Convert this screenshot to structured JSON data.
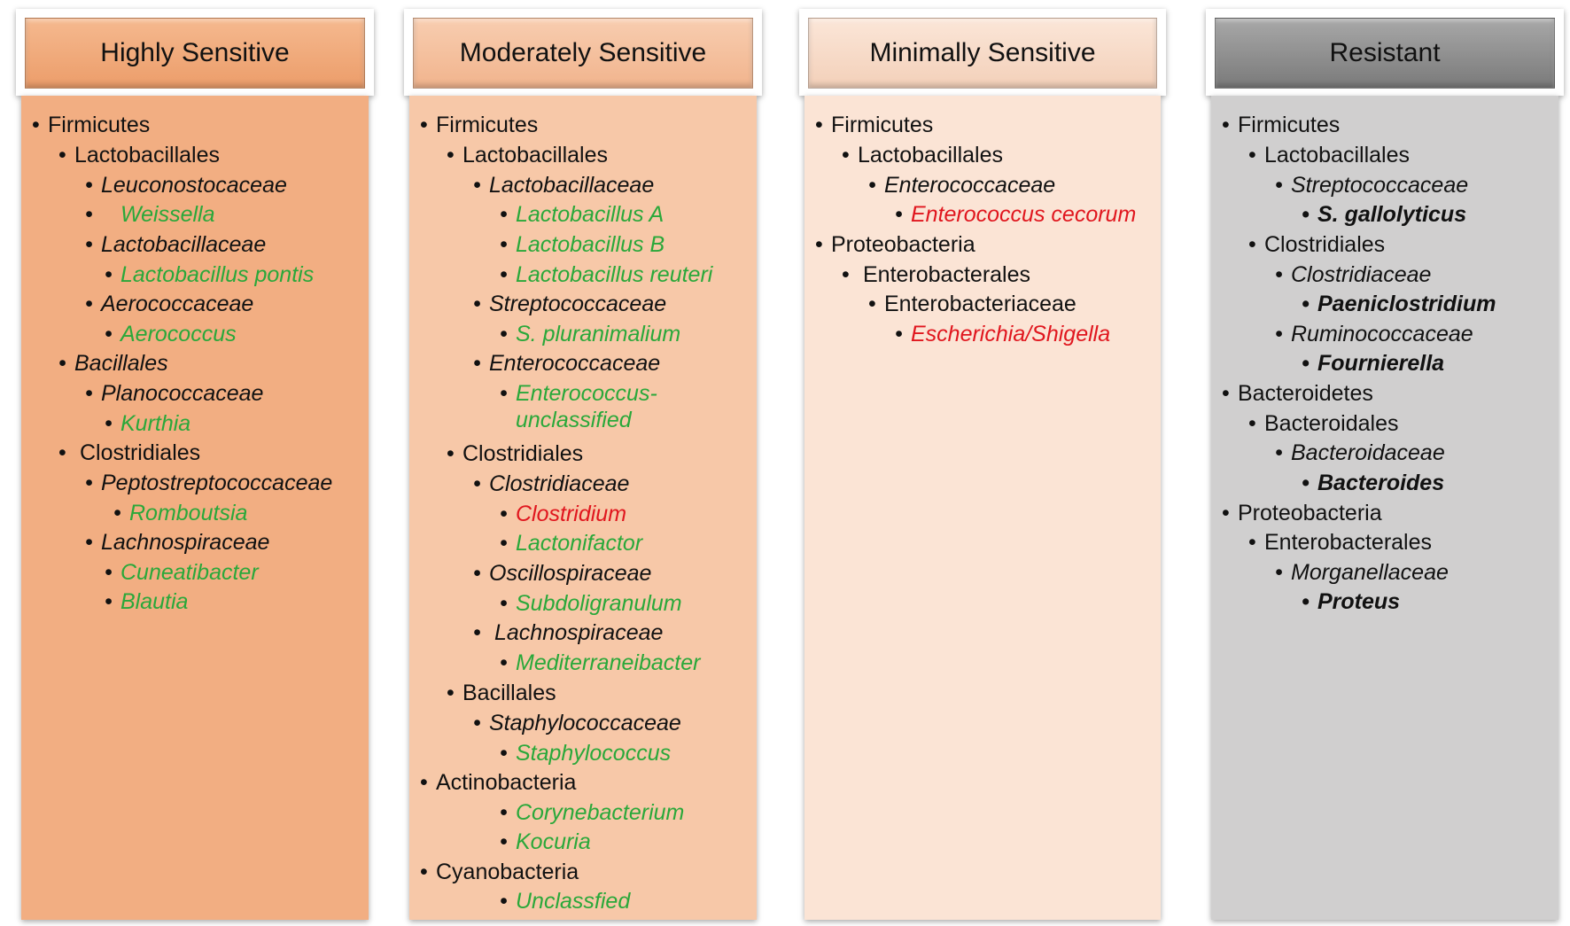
{
  "colors": {
    "highly": "#f2ae82",
    "highly_header": "#f0a676",
    "moderately": "#f7c8a8",
    "moderately_header": "#f4bf9c",
    "minimally": "#fbe4d5",
    "minimally_header": "#f6d8c4",
    "resistant": "#d0cfcf",
    "resistant_header": "#8a8a8a",
    "green": "#2aa83a",
    "red": "#e0161e"
  },
  "columns": [
    {
      "title": "Highly Sensitive",
      "items": [
        {
          "text": "Firmicutes"
        },
        {
          "text": "Lactobacillales"
        },
        {
          "text": "Leuconostocaceae"
        },
        {
          "text": "Weissella"
        },
        {
          "text": "Lactobacillaceae"
        },
        {
          "text": "Lactobacillus pontis"
        },
        {
          "text": "Aerococcaceae"
        },
        {
          "text": "Aerococcus"
        },
        {
          "text": "Bacillales"
        },
        {
          "text": "Planococcaceae"
        },
        {
          "text": "Kurthia"
        },
        {
          "text": "Clostridiales"
        },
        {
          "text": "Peptostreptococcaceae"
        },
        {
          "text": "Romboutsia"
        },
        {
          "text": "Lachnospiraceae"
        },
        {
          "text": "Cuneatibacter"
        },
        {
          "text": "Blautia"
        }
      ]
    },
    {
      "title": "Moderately Sensitive",
      "items": [
        {
          "text": "Firmicutes"
        },
        {
          "text": "Lactobacillales"
        },
        {
          "text": "Lactobacillaceae"
        },
        {
          "text": "Lactobacillus A"
        },
        {
          "text": "Lactobacillus B"
        },
        {
          "text": "Lactobacillus reuteri"
        },
        {
          "text": "Streptococcaceae"
        },
        {
          "text": "S. pluranimalium"
        },
        {
          "text": "Enterococcaceae"
        },
        {
          "text": "Enterococcus-unclassified"
        },
        {
          "text": "Clostridiales"
        },
        {
          "text": "Clostridiaceae"
        },
        {
          "text": "Clostridium"
        },
        {
          "text": "Lactonifactor"
        },
        {
          "text": "Oscillospiraceae"
        },
        {
          "text": "Subdoligranulum"
        },
        {
          "text": "Lachnospiraceae"
        },
        {
          "text": "Mediterraneibacter"
        },
        {
          "text": "Bacillales"
        },
        {
          "text": "Staphylococcaceae"
        },
        {
          "text": "Staphylococcus"
        },
        {
          "text": "Actinobacteria"
        },
        {
          "text": "Corynebacterium"
        },
        {
          "text": "Kocuria"
        },
        {
          "text": "Cyanobacteria"
        },
        {
          "text": "Unclassfied"
        }
      ]
    },
    {
      "title": "Minimally Sensitive",
      "items": [
        {
          "text": "Firmicutes"
        },
        {
          "text": "Lactobacillales"
        },
        {
          "text": "Enterococcaceae"
        },
        {
          "text": "Enterococcus cecorum"
        },
        {
          "text": "Proteobacteria"
        },
        {
          "text": "Enterobacterales"
        },
        {
          "text": "Enterobacteriaceae"
        },
        {
          "text": "Escherichia/Shigella"
        }
      ]
    },
    {
      "title": "Resistant",
      "items": [
        {
          "text": "Firmicutes"
        },
        {
          "text": "Lactobacillales"
        },
        {
          "text": "Streptococcaceae"
        },
        {
          "text": "S. gallolyticus"
        },
        {
          "text": "Clostridiales"
        },
        {
          "text": "Clostridiaceae"
        },
        {
          "text": "Paeniclostridium"
        },
        {
          "text": "Ruminococcaceae"
        },
        {
          "text": "Fournierella"
        },
        {
          "text": "Bacteroidetes"
        },
        {
          "text": "Bacteroidales"
        },
        {
          "text": "Bacteroidaceae"
        },
        {
          "text": "Bacteroides"
        },
        {
          "text": "Proteobacteria"
        },
        {
          "text": "Enterobacterales"
        },
        {
          "text": "Morganellaceae"
        },
        {
          "text": "Proteus"
        }
      ]
    }
  ]
}
